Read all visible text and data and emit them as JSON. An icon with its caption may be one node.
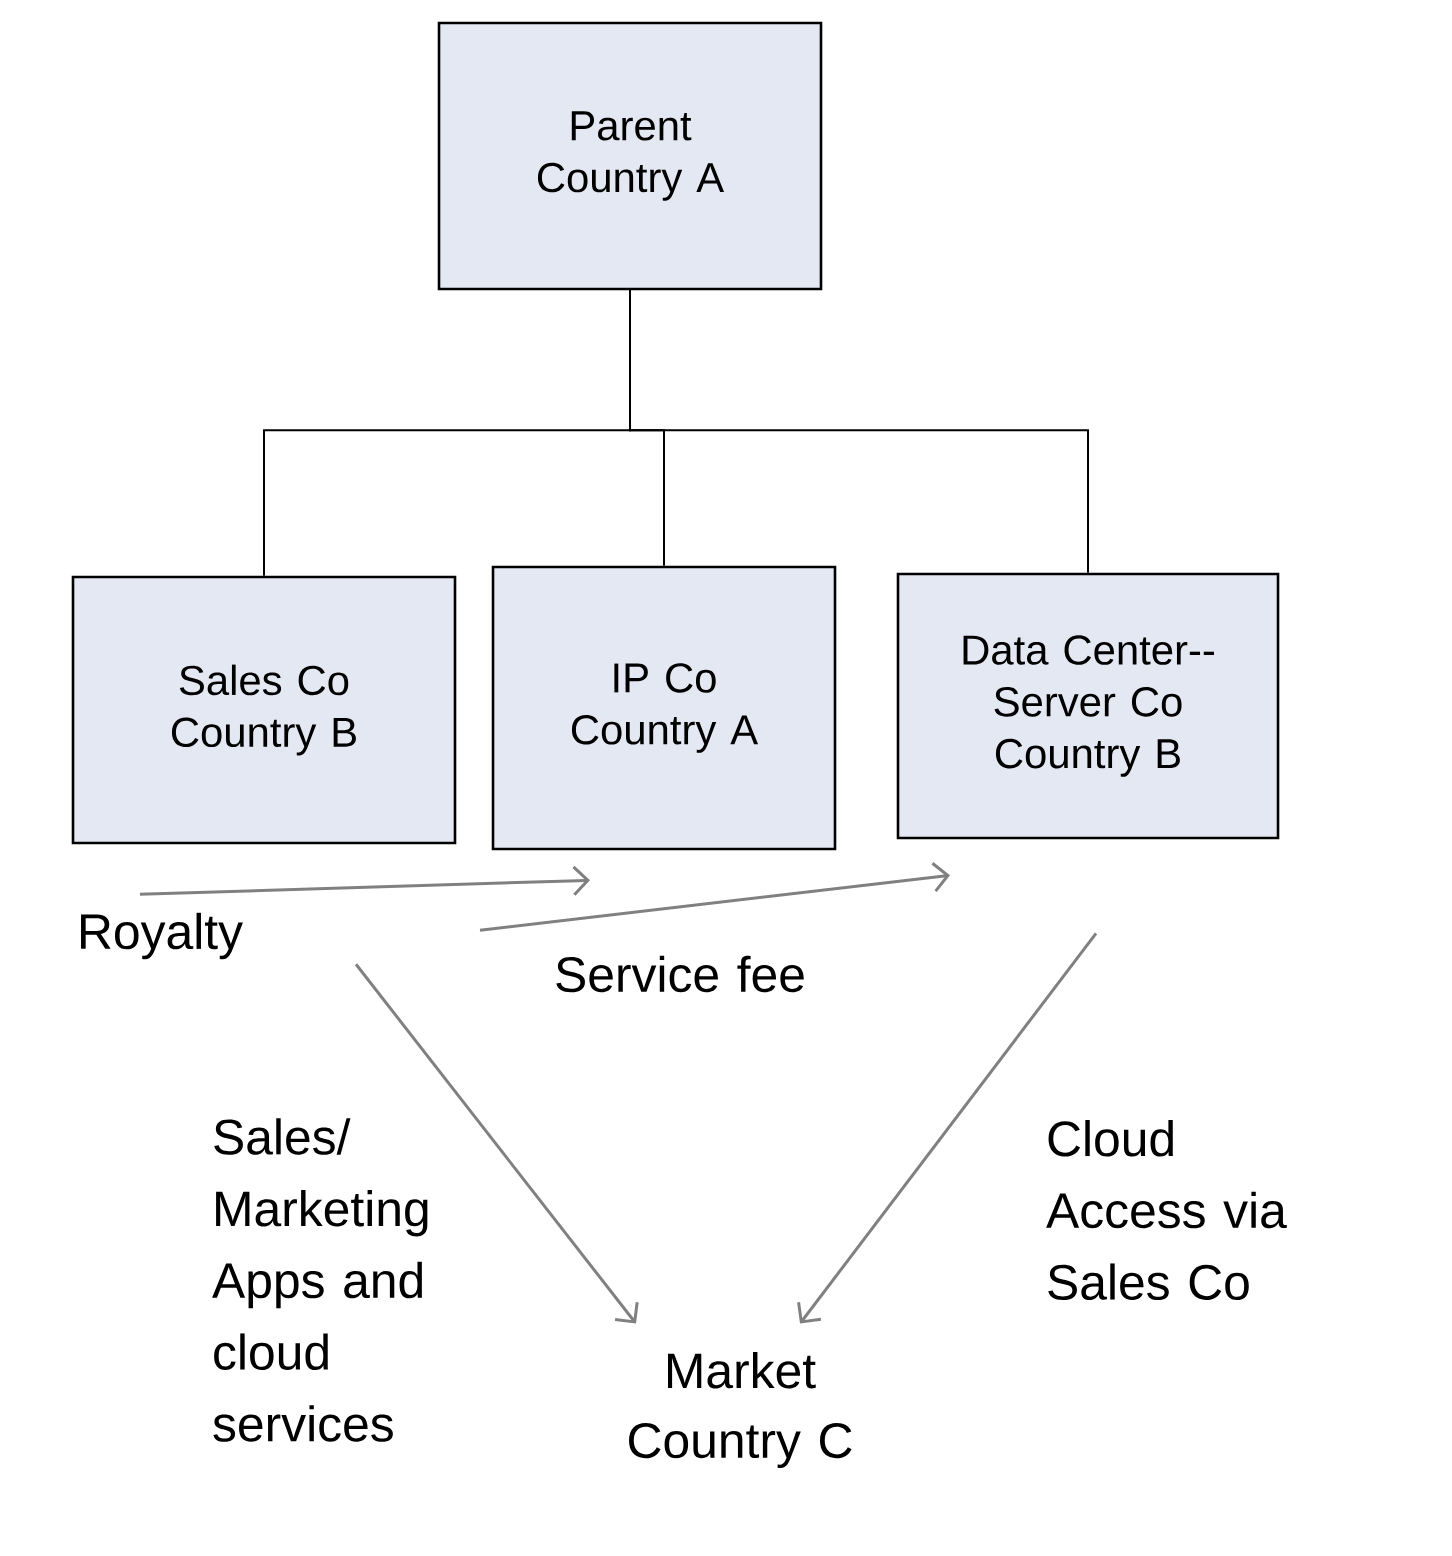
{
  "diagram": {
    "nodes": [
      {
        "text": [
          "Parent Country A"
        ]
      },
      {
        "text": [
          "Sales Co Country B"
        ]
      },
      {
        "text": [
          "IP Co Country A"
        ]
      },
      {
        "text": [
          "Data Center-- Server Co Country B"
        ]
      },
      {
        "text": [
          "Market Country C"
        ]
      }
    ],
    "edges": [
      {
        "from": 0,
        "to": 1,
        "arrow": "none",
        "color": "#000000"
      },
      {
        "from": 0,
        "to": 2,
        "arrow": "none",
        "color": "#000000"
      },
      {
        "from": 0,
        "to": 3,
        "arrow": "none",
        "color": "#000000"
      },
      {
        "from": 1,
        "to": 2,
        "arrow": "to",
        "label": "Royalty"
      },
      {
        "from": 2,
        "to": 3,
        "arrow": "to",
        "label": "Service fee"
      },
      {
        "from": 1,
        "to": 4,
        "arrow": "to",
        "label": "Sales/ Marketing Apps and cloud services"
      },
      {
        "from": 3,
        "to": 4,
        "arrow": "to",
        "label": "Cloud Access via Sales Co"
      }
    ]
  }
}
